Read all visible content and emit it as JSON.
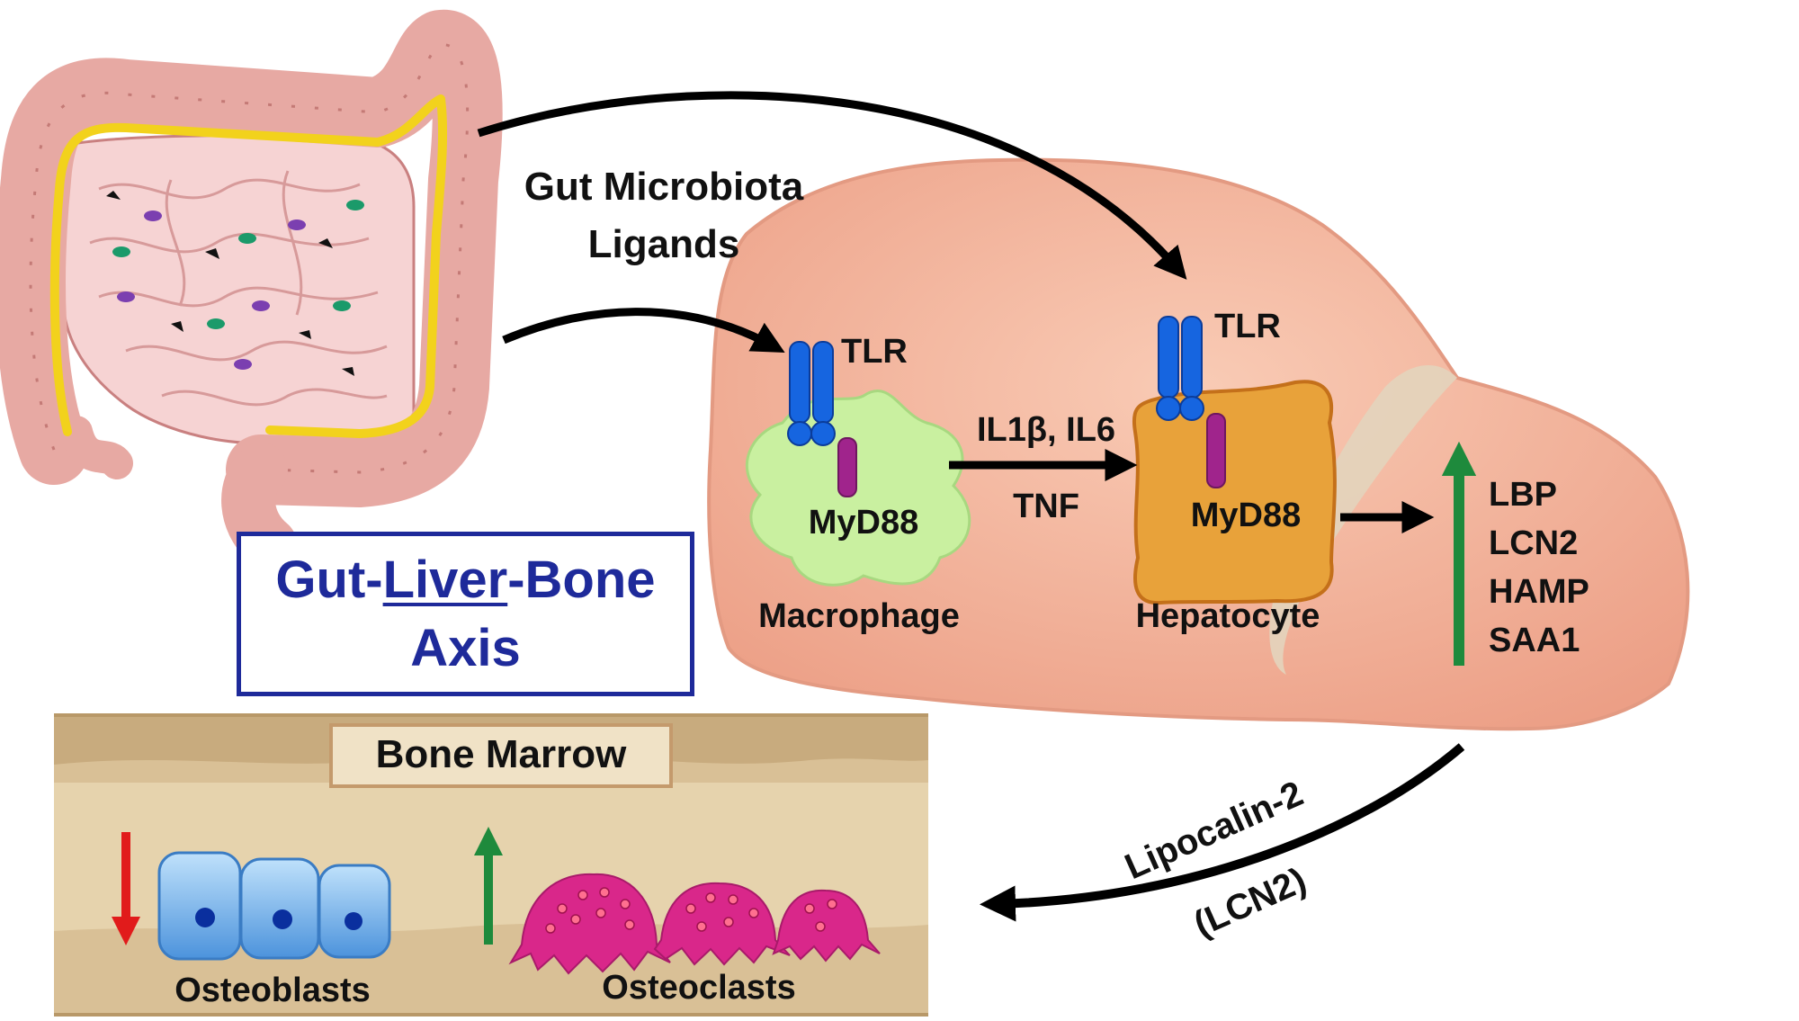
{
  "title": {
    "part1": "Gut-",
    "part2": "Liver",
    "part3": "-Bone",
    "line2": "Axis"
  },
  "labels": {
    "gut_ligands_line1": "Gut Microbiota",
    "gut_ligands_line2": "Ligands",
    "tlr_macrophage": "TLR",
    "tlr_hepatocyte": "TLR",
    "myd88_macrophage": "MyD88",
    "myd88_hepatocyte": "MyD88",
    "cytokines_line1": "IL1β, IL6",
    "cytokines_line2": "TNF",
    "macrophage": "Macrophage",
    "hepatocyte": "Hepatocyte",
    "bone_marrow": "Bone Marrow",
    "osteoblasts": "Osteoblasts",
    "osteoclasts": "Osteoclasts",
    "lipocalin_line1": "Lipocalin-2",
    "lipocalin_line2": "(LCN2)"
  },
  "acute_phase_genes": [
    "LBP",
    "LCN2",
    "HAMP",
    "SAA1"
  ],
  "colors": {
    "title_blue": "#1e2a9a",
    "arrow_black": "#000000",
    "increase_green": "#1e8a3c",
    "decrease_red": "#e11b1b",
    "liver": "#f4b8a0",
    "macrophage": "#c9f0a0",
    "hepatocyte": "#e8a23a",
    "tlr_blue": "#1665e0",
    "myd88_purple": "#a0248c",
    "osteoblast_blue": "#6fb0ec",
    "osteoclast_magenta": "#d9278a",
    "bone_tan": "#e6d3ad"
  },
  "icons": [
    "intestine-icon",
    "liver-icon",
    "macrophage-icon",
    "hepatocyte-icon",
    "tlr-receptor-icon",
    "myd88-icon",
    "osteoblast-icon",
    "osteoclast-icon",
    "up-arrow-icon",
    "down-arrow-icon"
  ]
}
